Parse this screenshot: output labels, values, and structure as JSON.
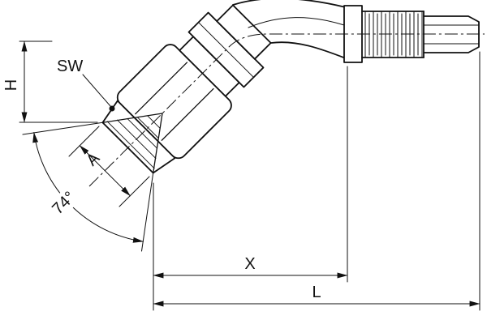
{
  "drawing": {
    "labels": {
      "sw": "SW",
      "h": "H",
      "a": "A",
      "angle": "74°",
      "x": "X",
      "l": "L"
    },
    "colors": {
      "line": "#111111",
      "background": "#ffffff"
    }
  }
}
